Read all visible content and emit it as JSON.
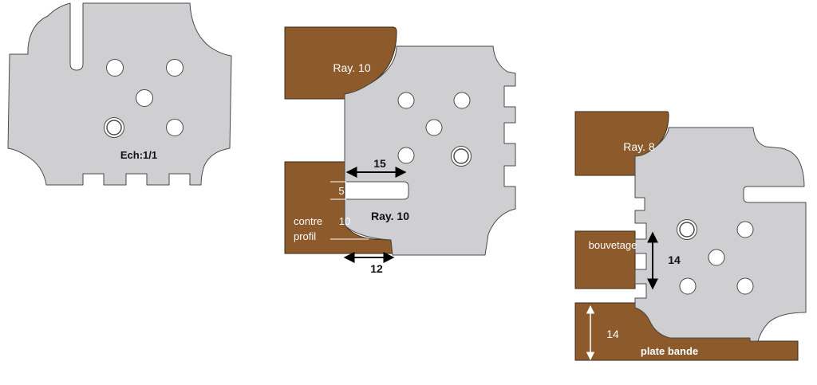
{
  "colors": {
    "steel": "#cfcfd1",
    "steel_stroke": "#4a4a4a",
    "wood": "#8c5a2b",
    "wood_stroke": "#3b2a17",
    "text_dark": "#111111",
    "text_light": "#ffffff",
    "arrow": "#000000"
  },
  "cutter1": {
    "scale_label": "Ech:1/1"
  },
  "cutter2": {
    "ray_top_label": "Ray. 10",
    "ray_bottom_label": "Ray. 10",
    "dim_15": "15",
    "dim_5": "5",
    "dim_10": "10",
    "dim_12": "12",
    "contre_label": "contre",
    "profil_label": "profil"
  },
  "cutter3": {
    "ray_label": "Ray. 8",
    "bouvetage_label": "bouvetage",
    "dim_14_vertical": "14",
    "dim_14_left": "14",
    "plate_bande_label": "plate bande"
  }
}
